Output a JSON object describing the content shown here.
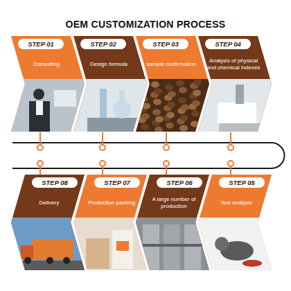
{
  "diagram": {
    "title": "OEM CUSTOMIZATION PROCESS",
    "nodes": [
      {
        "text": [
          "STEP 01",
          "Consulting"
        ]
      },
      {
        "text": [
          "STEP 02",
          "Design formula"
        ]
      },
      {
        "text": [
          "STEP 03",
          "sample confirmation"
        ]
      },
      {
        "text": [
          "STEP 04",
          "Analysis of physical and chemical indexes"
        ]
      },
      {
        "text": [
          "STEP 05",
          "Test analysis"
        ]
      },
      {
        "text": [
          "STEP 06",
          "A large number of production"
        ]
      },
      {
        "text": [
          "STEP 07",
          "Production packing"
        ]
      },
      {
        "text": [
          "STEP 08",
          "Delivery"
        ]
      }
    ]
  }
}
